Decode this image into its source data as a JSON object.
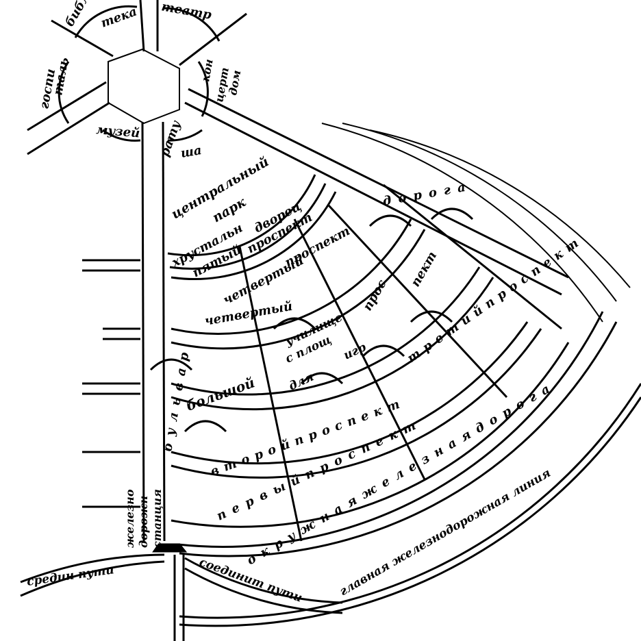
{
  "labels": {
    "library_1": "библио",
    "library_2": "тека",
    "theatre": "театр",
    "hospital_1": "госпи",
    "hospital_2": "таль",
    "concert_1": "кон",
    "concert_2": "церт",
    "concert_3": "дом",
    "museum": "музей",
    "townhall_1": "рату",
    "townhall_2": "ша",
    "park_1": "центральный",
    "park_2": "парк",
    "crystal_palace_1": "хрустальн",
    "crystal_palace_2": "дворец",
    "fifth_avenue_1": "пятый",
    "fifth_avenue_2": "проспект",
    "ring_road_top": "д о р о г а",
    "fourth_prospect_1": "четвертый",
    "fourth_prospect_2": "проспект",
    "prospect_box_1": "прос",
    "prospect_box_2": "пект",
    "fourth_ring": "четвертый",
    "school_1": "училище",
    "school_2": "с площ",
    "school_3": "для",
    "school_4": "игр",
    "third_prospect": "т р е т и й   п р о с п е к т",
    "boulevard": "б у л ь в а р",
    "grand": "большой",
    "second_prospect": "в т о р о й   п р о с п е к т",
    "first_prospect": "п е р в ы й   п р о с п е к т",
    "ring_railway": "о к р у ж н а я   ж е л е з н а я   д о р о г а",
    "main_railway": "главная железнодорожная линия",
    "station_1": "железно",
    "station_2": "дорожн",
    "station_3": "станция",
    "connecting_left": "средин пути",
    "connecting_right": "соединит пути"
  }
}
